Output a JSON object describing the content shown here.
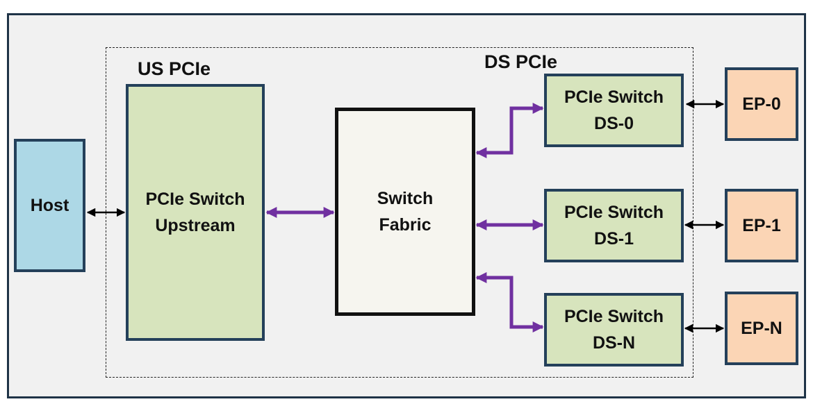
{
  "diagram": {
    "group_labels": {
      "us": "US PCIe",
      "ds": "DS PCIe"
    },
    "host": {
      "label": "Host"
    },
    "upstream": {
      "line1": "PCIe Switch",
      "line2": "Upstream"
    },
    "fabric": {
      "line1": "Switch",
      "line2": "Fabric"
    },
    "downstream": [
      {
        "line1": "PCIe Switch",
        "line2": "DS-0"
      },
      {
        "line1": "PCIe Switch",
        "line2": "DS-1"
      },
      {
        "line1": "PCIe Switch",
        "line2": "DS-N"
      }
    ],
    "endpoints": [
      {
        "label": "EP-0"
      },
      {
        "label": "EP-1"
      },
      {
        "label": "EP-N"
      }
    ],
    "colors": {
      "host_fill": "#add8e6",
      "switch_fill": "#d7e4bd",
      "fabric_fill": "#f6f5ef",
      "endpoint_fill": "#fbd5b5",
      "border": "#24405a",
      "fabric_link": "#7030a0",
      "endpoint_link": "#000000"
    }
  }
}
